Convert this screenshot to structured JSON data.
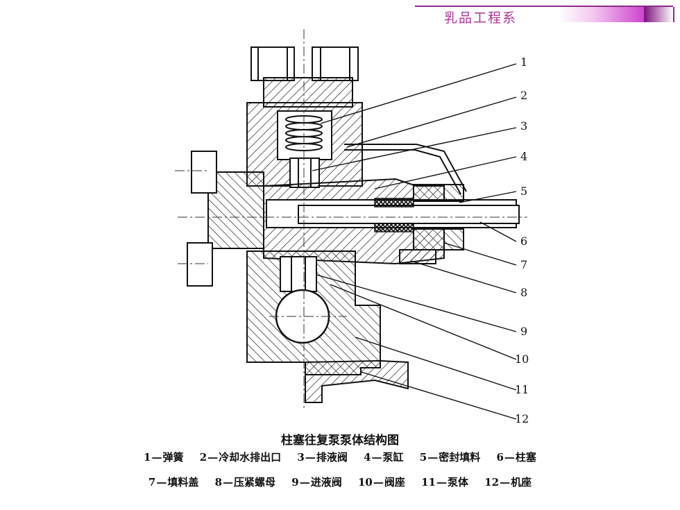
{
  "header": {
    "title": "乳品工程系"
  },
  "diagram": {
    "callouts": [
      "1",
      "2",
      "3",
      "4",
      "5",
      "6",
      "7",
      "8",
      "9",
      "10",
      "11",
      "12"
    ]
  },
  "caption": {
    "title": "柱塞往复泵泵体结构图",
    "legend_row1": [
      {
        "num": "1",
        "name": "弹簧"
      },
      {
        "num": "2",
        "name": "冷却水排出口"
      },
      {
        "num": "3",
        "name": "排液阀"
      },
      {
        "num": "4",
        "name": "泵缸"
      },
      {
        "num": "5",
        "name": "密封填料"
      },
      {
        "num": "6",
        "name": "柱塞"
      }
    ],
    "legend_row2": [
      {
        "num": "7",
        "name": "填料盖"
      },
      {
        "num": "8",
        "name": "压紧螺母"
      },
      {
        "num": "9",
        "name": "进液阀"
      },
      {
        "num": "10",
        "name": "阀座"
      },
      {
        "num": "11",
        "name": "泵体"
      },
      {
        "num": "12",
        "name": "机座"
      }
    ],
    "separator": "—"
  }
}
